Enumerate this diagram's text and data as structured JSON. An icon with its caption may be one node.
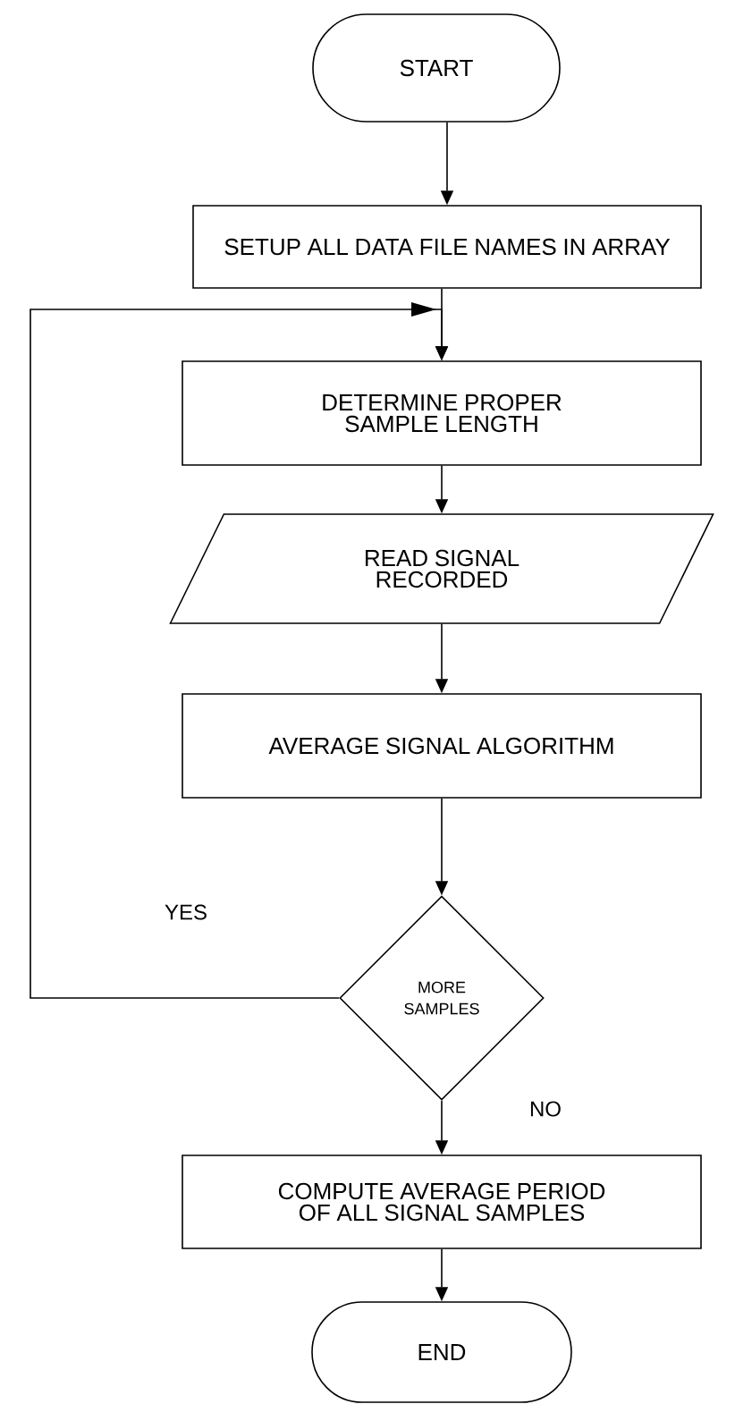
{
  "diagram": {
    "nodes": [
      {
        "text": [
          "START"
        ]
      },
      {
        "text": [
          "SETUP ALL DATA FILE NAMES  IN ARRAY"
        ]
      },
      {
        "text": [
          "DETERMINE PROPER SAMPLE LENGTH"
        ]
      },
      {
        "text": [
          "READ  SIGNAL RECORDED"
        ]
      },
      {
        "text": [
          "AVERAGE SIGNAL ALGORITHM"
        ]
      },
      {
        "text": [
          "MORE SAMPLES"
        ]
      },
      {
        "text": [
          "COMPUTE AVERAGE PERIOD OF ALL SIGNAL SAMPLES"
        ]
      },
      {
        "text": [
          "END"
        ]
      }
    ],
    "edges": [
      {
        "from": 0,
        "to": 1,
        "arrow": "to"
      },
      {
        "from": 1,
        "to": 2,
        "arrow": "to"
      },
      {
        "from": 2,
        "to": 3,
        "arrow": "to"
      },
      {
        "from": 3,
        "to": 4,
        "arrow": "to"
      },
      {
        "from": 4,
        "to": 5,
        "arrow": "to"
      },
      {
        "from": 5,
        "to": 2,
        "arrow": "to",
        "label": "YES"
      },
      {
        "from": 5,
        "to": 6,
        "arrow": "to",
        "label": "NO"
      },
      {
        "from": 6,
        "to": 7,
        "arrow": "to"
      }
    ]
  }
}
